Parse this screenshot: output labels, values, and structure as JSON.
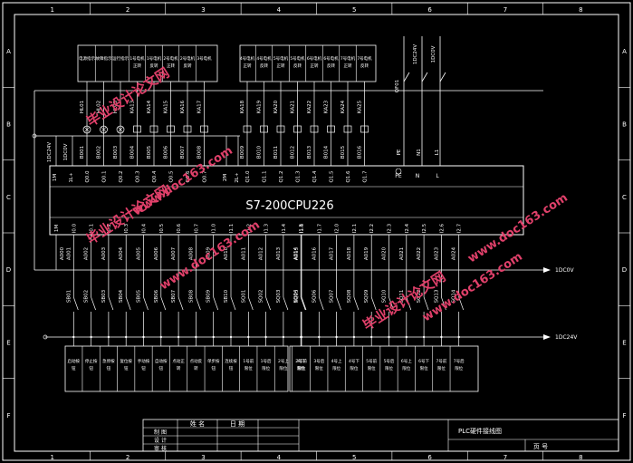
{
  "border": {
    "columns": [
      "1",
      "2",
      "3",
      "4",
      "5",
      "6",
      "7",
      "8"
    ],
    "rows": [
      "A",
      "B",
      "C",
      "D",
      "E",
      "F"
    ]
  },
  "plc": {
    "title": "S7-200CPU226",
    "top_left": [
      "1M",
      "1L+",
      "2M",
      "2L+"
    ],
    "q_top": [
      "Q0.0",
      "Q0.1",
      "Q0.2",
      "Q0.3",
      "Q0.4",
      "Q0.5",
      "Q0.6",
      "Q0.7",
      "Q1.0",
      "Q1.1",
      "Q1.2",
      "Q1.3",
      "Q1.4",
      "Q1.5",
      "Q1.6",
      "Q1.7"
    ],
    "i_bottom": [
      "1M",
      "I0.0",
      "I0.1",
      "I0.2",
      "I0.3",
      "I0.4",
      "I0.5",
      "I0.6",
      "I0.7",
      "I1.0",
      "I1.1",
      "I1.2",
      "I1.3",
      "I1.4",
      "I1.5",
      "I1.6",
      "I1.7",
      "I2.0",
      "I2.1",
      "I2.2",
      "I2.3",
      "I2.4",
      "I2.5",
      "I2.6",
      "I2.7"
    ],
    "power_terms": [
      "PE",
      "N",
      "L"
    ]
  },
  "outputs": {
    "left_top_labels": [
      "1DC24V",
      "1DC0V"
    ],
    "wires": [
      "B001",
      "B002",
      "B003",
      "B004",
      "B005",
      "B006",
      "B007",
      "B008",
      "B009",
      "B010",
      "B011",
      "B012",
      "B013",
      "B014",
      "B015",
      "B016"
    ],
    "loads": [
      "HL01",
      "HL02",
      "HL03",
      "KA13",
      "KA14",
      "KA15",
      "KA16",
      "KA17",
      "KA18",
      "KA19",
      "KA20",
      "KA21",
      "KA22",
      "KA23",
      "KA24",
      "KA25"
    ],
    "descriptions": [
      "电源指示",
      "故障指示",
      "运行指示",
      "1号电机正转",
      "1号电机反转",
      "2号电机正转",
      "2号电机反转",
      "3号电机",
      "4号电机正转",
      "4号电机反转",
      "5号电机正转",
      "5号电机反转",
      "6号电机正转",
      "6号电机反转",
      "7号电机正转",
      "7号电机反转"
    ],
    "power_labels": [
      "QF01",
      "1DC24V",
      "1DC0V",
      "L1",
      "N1",
      "PE"
    ]
  },
  "inputs": {
    "wires": [
      "A000",
      "A001",
      "A002",
      "A003",
      "A004",
      "A005",
      "A006",
      "A007",
      "A008",
      "A009",
      "A010",
      "A011",
      "A012",
      "A013",
      "A014",
      "A015",
      "A016",
      "A017",
      "A018",
      "A019",
      "A020",
      "A021",
      "A022",
      "A023",
      "A024"
    ],
    "switches": [
      "SB01",
      "SB02",
      "SB03",
      "SB04",
      "SB05",
      "SB06",
      "SB07",
      "SB08",
      "SB09",
      "SB10",
      "SQ01",
      "SQ02",
      "SQ03",
      "SQ04",
      "SQ05",
      "SQ06",
      "SQ07",
      "SQ08",
      "SQ09",
      "SQ10",
      "SQ11",
      "SQ12",
      "SQ13",
      "SQ14"
    ],
    "descriptions": [
      "启动按钮",
      "停止按钮",
      "急停按钮",
      "复位按钮",
      "手动按钮",
      "自动按钮",
      "点动正转",
      "点动反转",
      "单步按钮",
      "连续按钮",
      "1号前限位",
      "1号后限位",
      "2号上限位",
      "2号下限位",
      "3号前限位",
      "3号后限位",
      "4号上限位",
      "4号下限位",
      "5号前限位",
      "5号后限位",
      "6号上限位",
      "6号下限位",
      "7号前限位",
      "7号后限位"
    ],
    "rail_labels": [
      "1DC0V",
      "1DC24V"
    ]
  },
  "title_block": {
    "header_name": "姓 名",
    "header_date": "日 期",
    "roles": [
      "制 图",
      "设 计",
      "审 核"
    ],
    "drawing_title": "PLC硬件接线图",
    "page_label": "页 号"
  },
  "watermarks": [
    "毕业设计论文网",
    "www.doc163.com"
  ]
}
